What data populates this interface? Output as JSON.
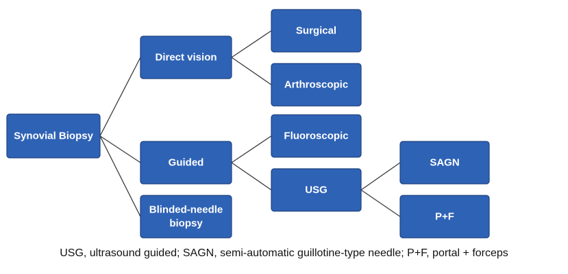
{
  "nodes": {
    "synovial_biopsy": {
      "label": [
        "Synovial Biopsy"
      ]
    },
    "direct_vision": {
      "label": [
        "Direct vision"
      ]
    },
    "guided": {
      "label": [
        "Guided"
      ]
    },
    "blinded_needle_biopsy": {
      "label": [
        "Blinded-needle",
        "biopsy"
      ]
    },
    "surgical": {
      "label": [
        "Surgical"
      ]
    },
    "arthroscopic": {
      "label": [
        "Arthroscopic"
      ]
    },
    "fluoroscopic": {
      "label": [
        "Fluoroscopic"
      ]
    },
    "usg": {
      "label": [
        "USG"
      ]
    },
    "sagn": {
      "label": [
        "SAGN"
      ]
    },
    "p_plus_f": {
      "label": [
        "P+F"
      ]
    }
  },
  "edges": [
    [
      "synovial_biopsy",
      "direct_vision"
    ],
    [
      "synovial_biopsy",
      "guided"
    ],
    [
      "synovial_biopsy",
      "blinded_needle_biopsy"
    ],
    [
      "direct_vision",
      "surgical"
    ],
    [
      "direct_vision",
      "arthroscopic"
    ],
    [
      "guided",
      "fluoroscopic"
    ],
    [
      "guided",
      "usg"
    ],
    [
      "usg",
      "sagn"
    ],
    [
      "usg",
      "p_plus_f"
    ]
  ],
  "caption": "USG, ultrasound guided; SAGN, semi-automatic guillotine-type needle; P+F, portal + forceps",
  "colors": {
    "node_fill": "#2E62B5",
    "node_border": "#1D4180",
    "node_text": "#ffffff",
    "connector": "#3a3a3a"
  }
}
